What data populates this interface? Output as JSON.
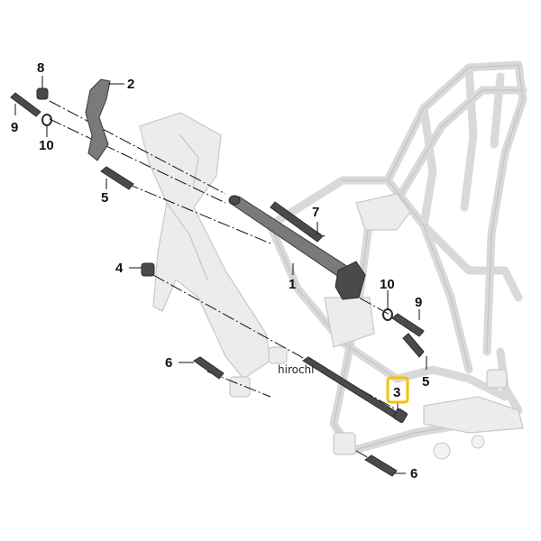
{
  "diagram": {
    "callouts": [
      {
        "id": "c8",
        "label": "8"
      },
      {
        "id": "c2",
        "label": "2"
      },
      {
        "id": "c9a",
        "label": "9"
      },
      {
        "id": "c10a",
        "label": "10"
      },
      {
        "id": "c5a",
        "label": "5"
      },
      {
        "id": "c7",
        "label": "7"
      },
      {
        "id": "c4",
        "label": "4"
      },
      {
        "id": "c1",
        "label": "1"
      },
      {
        "id": "c10b",
        "label": "10"
      },
      {
        "id": "c9b",
        "label": "9"
      },
      {
        "id": "c6a",
        "label": "6"
      },
      {
        "id": "c5b",
        "label": "5"
      },
      {
        "id": "c3",
        "label": "3"
      },
      {
        "id": "c6b",
        "label": "6"
      }
    ],
    "highlight": {
      "callout": "3",
      "color": "#f2c300"
    },
    "watermark": "hirochi"
  }
}
